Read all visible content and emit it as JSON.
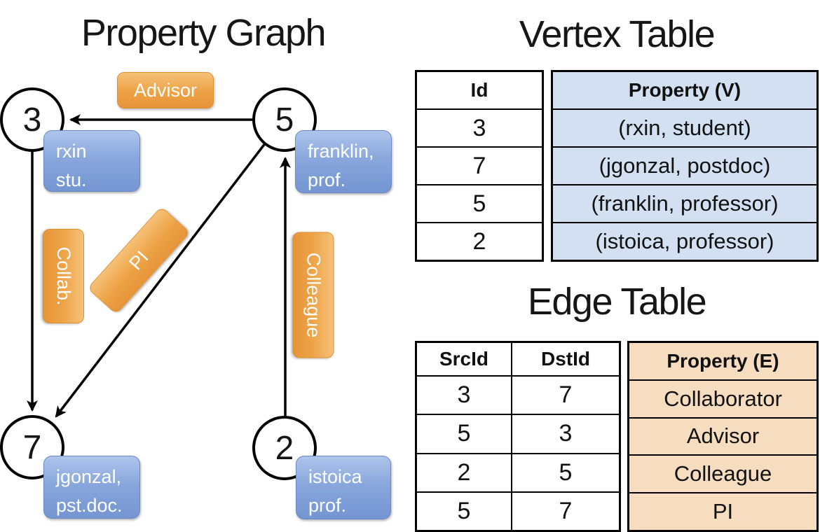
{
  "graph": {
    "title": "Property Graph",
    "nodes": [
      {
        "id": "3",
        "label_lines": [
          "rxin",
          "stu."
        ]
      },
      {
        "id": "5",
        "label_lines": [
          "franklin,",
          "prof."
        ]
      },
      {
        "id": "7",
        "label_lines": [
          "jgonzal,",
          "pst.doc."
        ]
      },
      {
        "id": "2",
        "label_lines": [
          "istoica",
          "prof."
        ]
      }
    ],
    "edge_labels": {
      "advisor": "Advisor",
      "collab": "Collab.",
      "pi": "PI",
      "colleague": "Colleague"
    }
  },
  "vertex_table": {
    "title": "Vertex Table",
    "columns": [
      "Id",
      "Property (V)"
    ],
    "rows": [
      {
        "id": "3",
        "property": "(rxin, student)"
      },
      {
        "id": "7",
        "property": "(jgonzal, postdoc)"
      },
      {
        "id": "5",
        "property": "(franklin, professor)"
      },
      {
        "id": "2",
        "property": "(istoica, professor)"
      }
    ]
  },
  "edge_table": {
    "title": "Edge Table",
    "columns": [
      "SrcId",
      "DstId",
      "Property (E)"
    ],
    "rows": [
      {
        "src": "3",
        "dst": "7",
        "property": "Collaborator"
      },
      {
        "src": "5",
        "dst": "3",
        "property": "Advisor"
      },
      {
        "src": "2",
        "dst": "5",
        "property": "Colleague"
      },
      {
        "src": "5",
        "dst": "7",
        "property": "PI"
      }
    ]
  },
  "colors": {
    "edge_label_orange": "#eda245",
    "vertex_label_blue": "#89a7dc",
    "vertex_table_fill": "#d3e0f2",
    "edge_table_fill": "#f6ddc0"
  }
}
